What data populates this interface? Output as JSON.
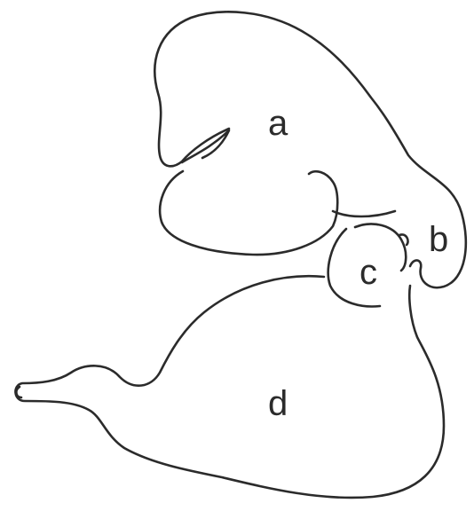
{
  "diagram": {
    "labels": {
      "a": "a",
      "b": "b",
      "c": "c",
      "d": "d"
    },
    "colors": {
      "stroke": "#2b2b2b",
      "background": "#ffffff"
    }
  }
}
